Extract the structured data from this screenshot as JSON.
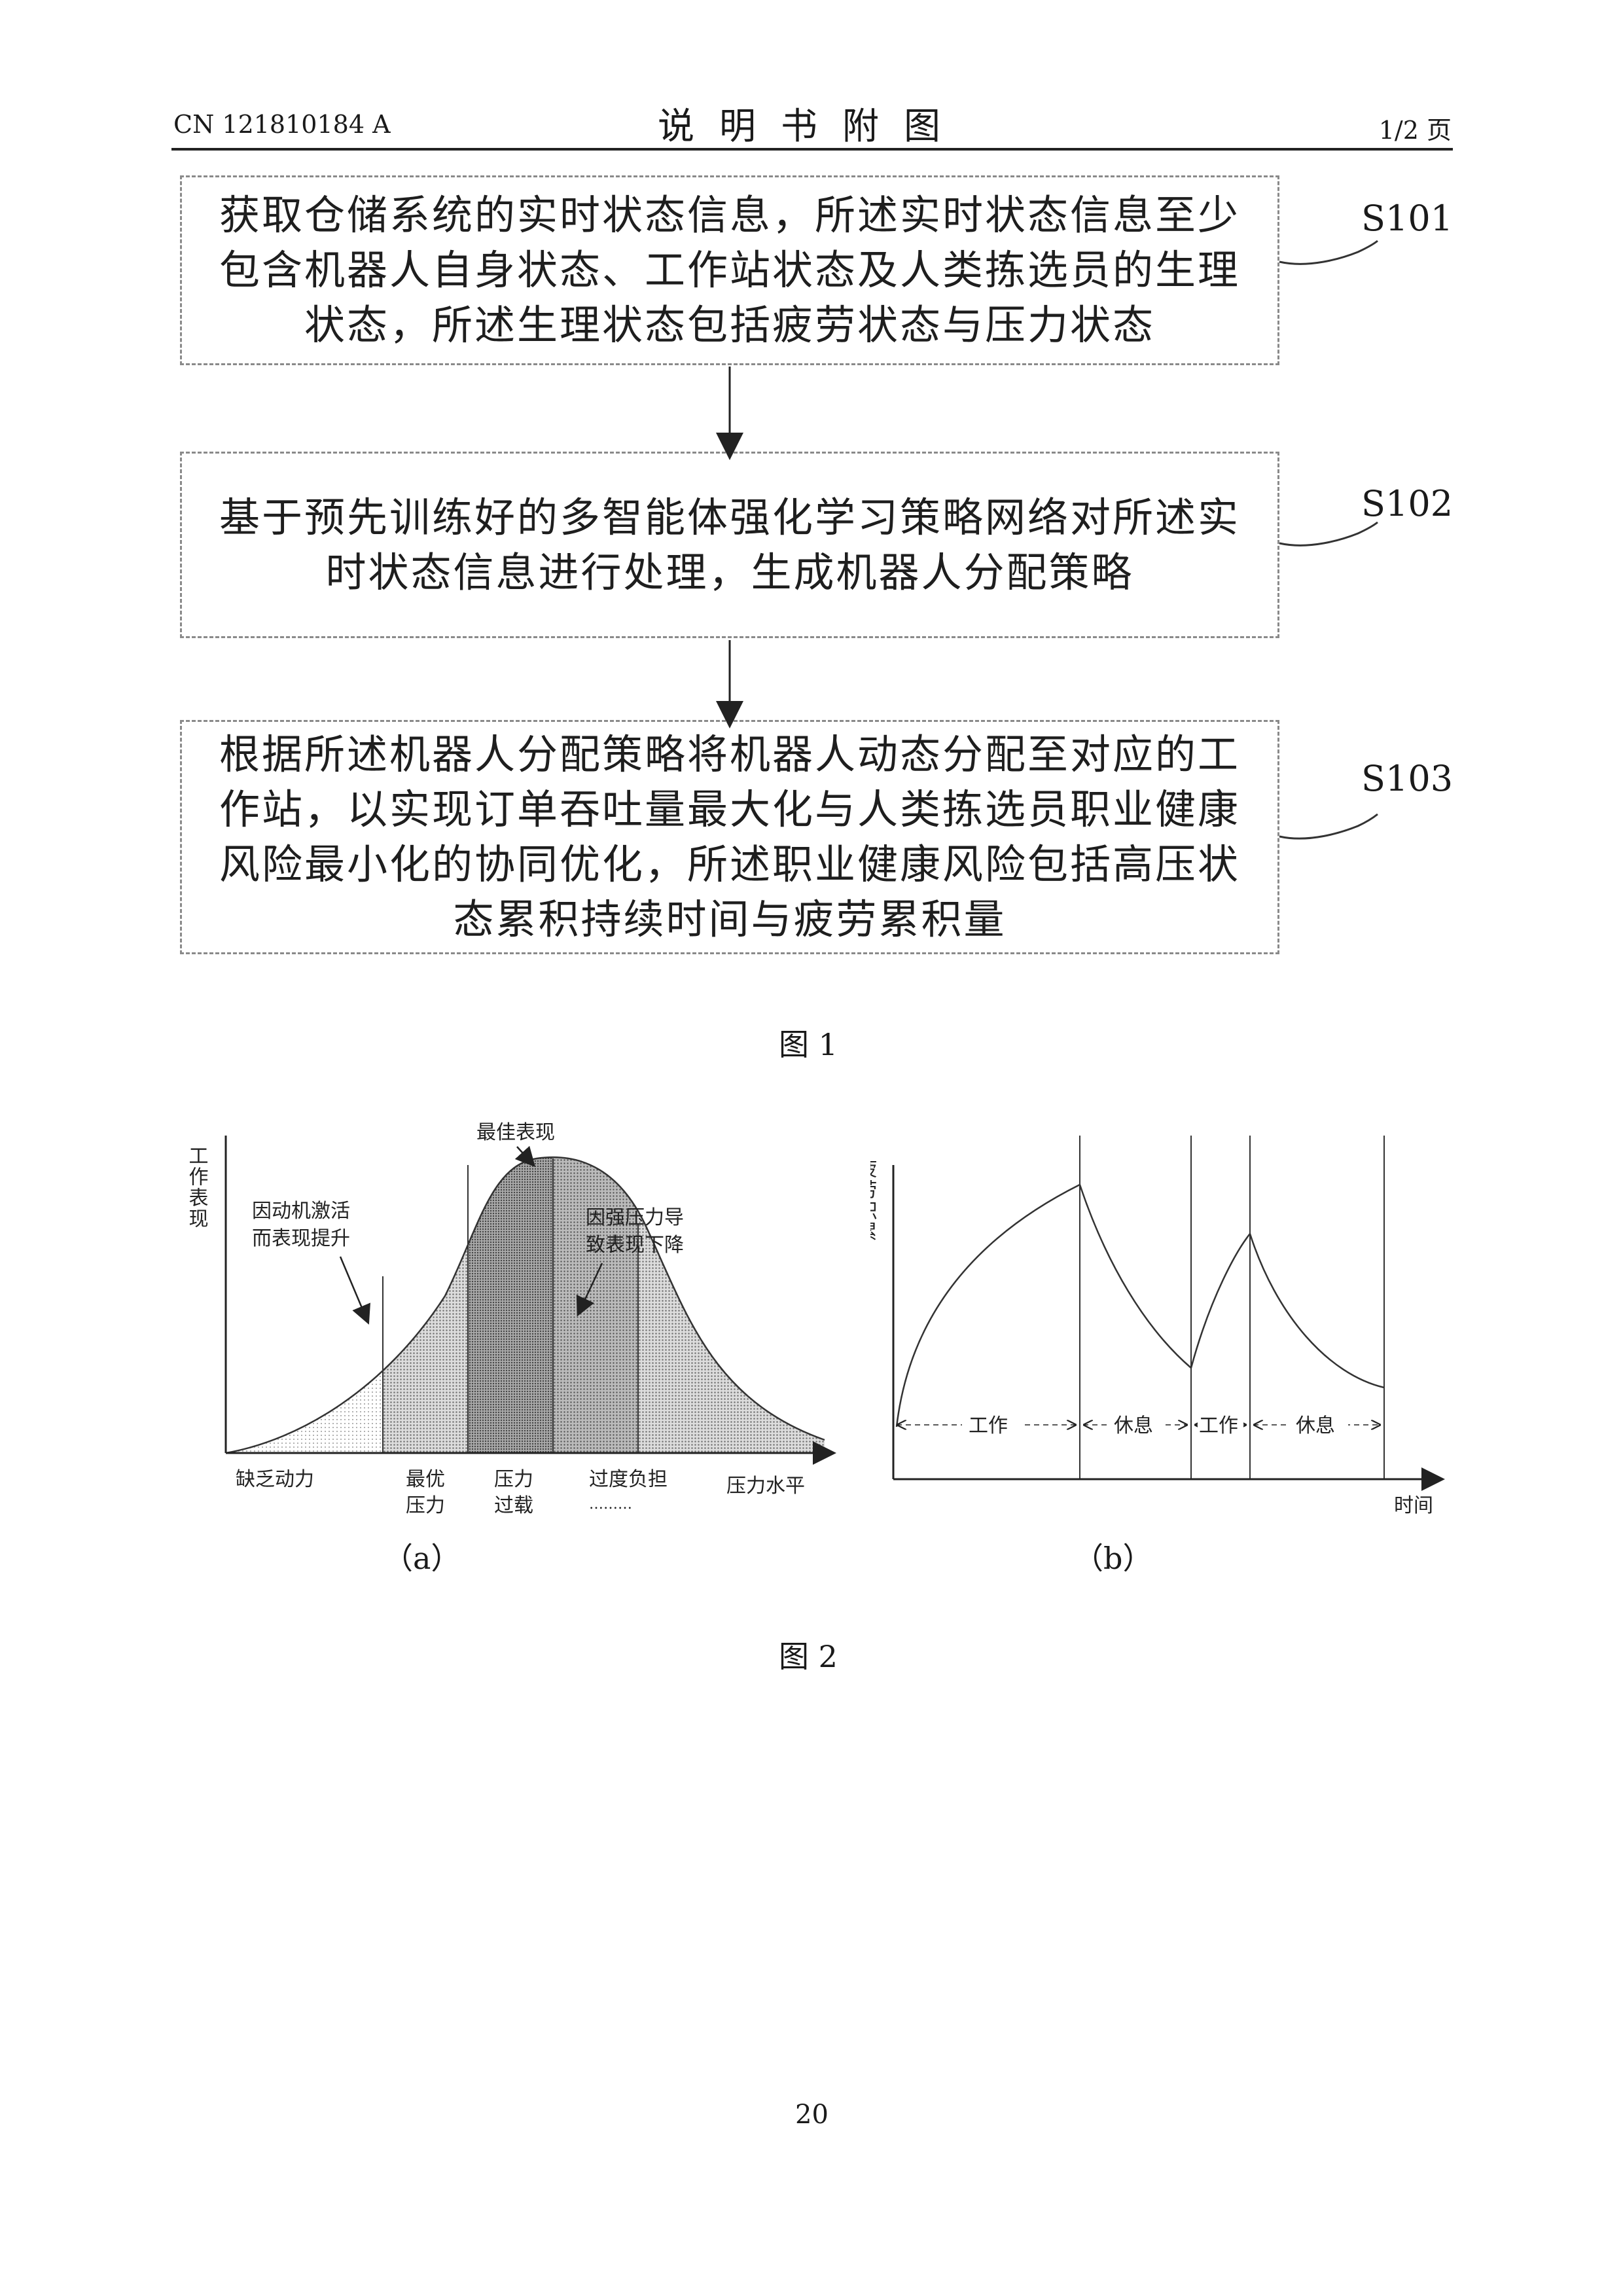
{
  "header": {
    "patent_no": "CN 121810184 A",
    "title": "说明书附图",
    "page_of": "1/2 页"
  },
  "flowchart": {
    "steps": [
      {
        "id": "S101",
        "text": "获取仓储系统的实时状态信息，所述实时状态信息至少包含机器人自身状态、工作站状态及人类拣选员的生理状态，所述生理状态包括疲劳状态与压力状态"
      },
      {
        "id": "S102",
        "text": "基于预先训练好的多智能体强化学习策略网络对所述实时状态信息进行处理，生成机器人分配策略"
      },
      {
        "id": "S103",
        "text": "根据所述机器人分配策略将机器人动态分配至对应的工作站，以实现订单吞吐量最大化与人类拣选员职业健康风险最小化的协同优化，所述职业健康风险包括高压状态累积持续时间与疲劳累积量"
      }
    ]
  },
  "figure1_caption": "图 1",
  "figure2": {
    "caption": "图 2",
    "a": {
      "label": "（a）",
      "ylabel": "工作表现",
      "xlabel": "压力水平",
      "peak_label": "最佳表现",
      "rise_annotation": [
        "因动机激活",
        "而表现提升"
      ],
      "fall_annotation": [
        "因强压力导",
        "致表现下降"
      ],
      "regions": [
        {
          "label": [
            "缺乏动力"
          ]
        },
        {
          "label": [
            "最优",
            "压力"
          ]
        },
        {
          "label": [
            "压力",
            "过载"
          ]
        },
        {
          "label": [
            "过度负担",
            "………"
          ]
        }
      ]
    },
    "b": {
      "label": "（b）",
      "ylabel": "疲劳积累",
      "xlabel": "时间",
      "phases": [
        "工作",
        "休息",
        "工作",
        "休息"
      ]
    }
  },
  "page_number": "20"
}
